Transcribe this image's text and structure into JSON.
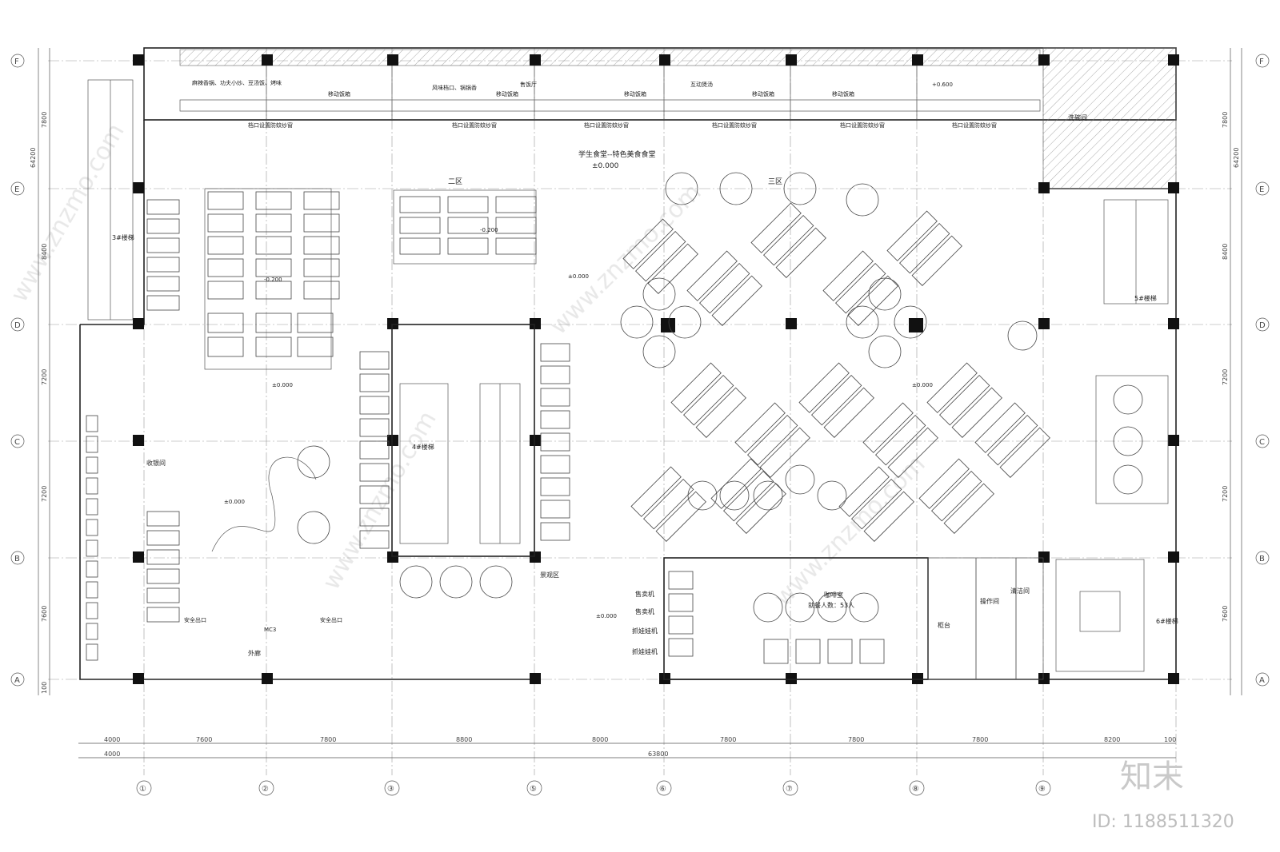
{
  "axes": {
    "columns": [
      "①",
      "②",
      "③",
      "⑤",
      "⑥",
      "⑦",
      "⑧",
      "⑨"
    ],
    "rows": [
      "F",
      "E",
      "D",
      "C",
      "B",
      "A"
    ]
  },
  "dimensions": {
    "bottom_spans": [
      "4000",
      "7600",
      "7800",
      "8800",
      "8000",
      "7800",
      "7800",
      "7800",
      "8200",
      "100"
    ],
    "bottom_second": [
      "4000",
      "63800"
    ],
    "side_spans": [
      "7800",
      "8400",
      "7200",
      "7200",
      "7600"
    ],
    "side_total": "64200",
    "side_small": [
      "100",
      "100"
    ]
  },
  "labels": {
    "hall_title": "学生食堂--特色美食食堂",
    "hall_level": "±0.000",
    "zone2": "二区",
    "zone3": "三区",
    "stair3": "3#楼梯",
    "stair4": "4#楼梯",
    "stair5": "5#楼梯",
    "stair6": "6#楼梯",
    "cashier": "收银间",
    "corridor": "外廊",
    "wash": "洗碗间",
    "view": "景观区",
    "coffee": "咖啡室",
    "coffee_seats": "就餐人数：53人",
    "counter": "柜台",
    "operation": "操作间",
    "cleaning": "清洁间",
    "vend1": "售卖机",
    "vend2": "售卖机",
    "claw1": "抓娃娃机",
    "claw2": "抓娃娃机",
    "safe_exit": "安全出口",
    "mc": "MC3",
    "kitchen_note": "麻辣香锅、功夫小炒、豆汤饭、烤味",
    "kitchen_note2": "风味档口、锅锅香",
    "kitchen_note3": "售饭厅",
    "kitchen_note4": "互动煲汤",
    "mobile_cart": "移动饭箱",
    "window_note": "档口设置防蚊纱窗",
    "level_020": "-0.200",
    "level_0": "±0.000",
    "level_060": "+0.600"
  },
  "branding": {
    "logo": "知末",
    "id": "ID: 1188511320",
    "watermark": "www.znzmo.com"
  }
}
